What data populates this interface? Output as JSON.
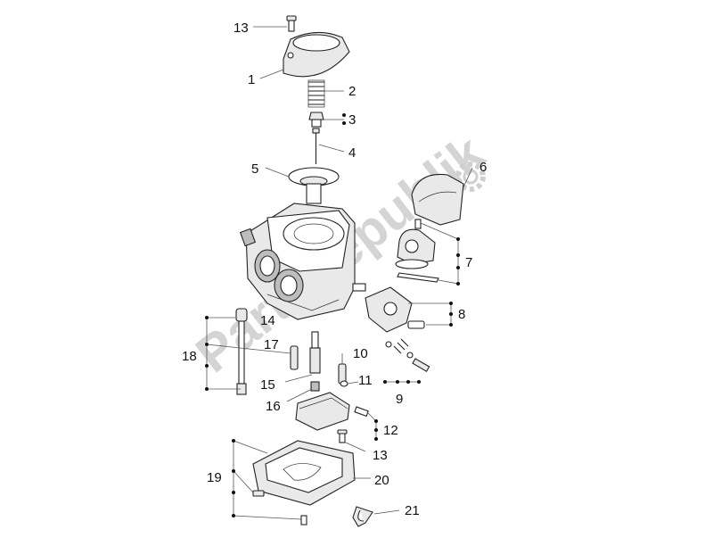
{
  "watermark": {
    "text": "PartsRepublik",
    "color": "#d4d4d4"
  },
  "callouts": {
    "c1": "1",
    "c2": "2",
    "c3": "3",
    "c4": "4",
    "c5": "5",
    "c6": "6",
    "c7": "7",
    "c8": "8",
    "c9": "9",
    "c10": "10",
    "c11": "11",
    "c12": "12",
    "c13a": "13",
    "c13b": "13",
    "c14": "14",
    "c15": "15",
    "c16": "16",
    "c17": "17",
    "c18": "18",
    "c19": "19",
    "c20": "20",
    "c21": "21"
  },
  "icons": {
    "watermark_gear": "gear-icon"
  }
}
